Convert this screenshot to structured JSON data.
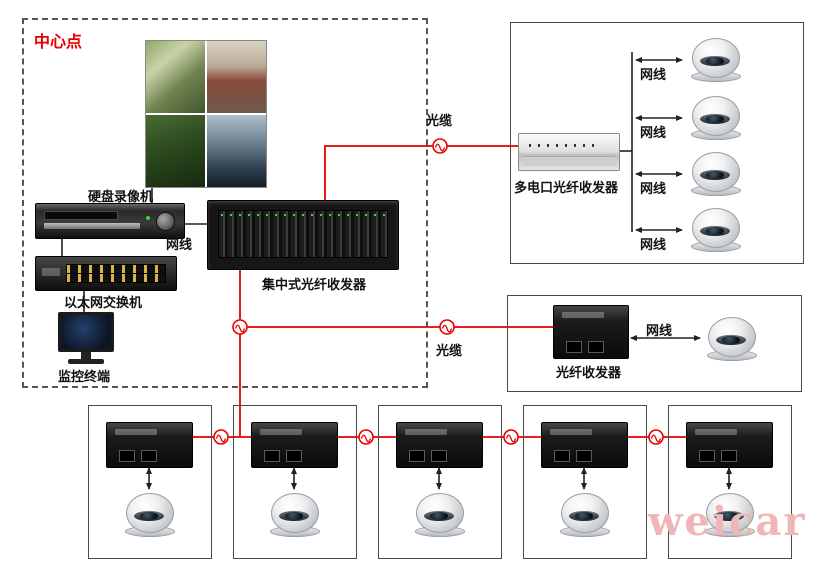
{
  "watermark": "weicar",
  "colors": {
    "accent_red": "#e60000",
    "line_black": "#222222",
    "watermark_pink": "#f0b6b6"
  },
  "center": {
    "title": "中心点",
    "dvr_label": "硬盘录像机",
    "dvr_cable_label": "网线",
    "switch_label": "以太网交换机",
    "terminal_label": "监控终端",
    "rack_label": "集中式光纤收发器"
  },
  "uplink": {
    "fiber_label": "光缆"
  },
  "multiport": {
    "device_label": "多电口光纤收发器",
    "branches": [
      {
        "cable_label": "网线"
      },
      {
        "cable_label": "网线"
      },
      {
        "cable_label": "网线"
      },
      {
        "cable_label": "网线"
      }
    ]
  },
  "single": {
    "device_label": "光纤收发器",
    "cable_label": "网线",
    "fiber_label": "光缆"
  }
}
